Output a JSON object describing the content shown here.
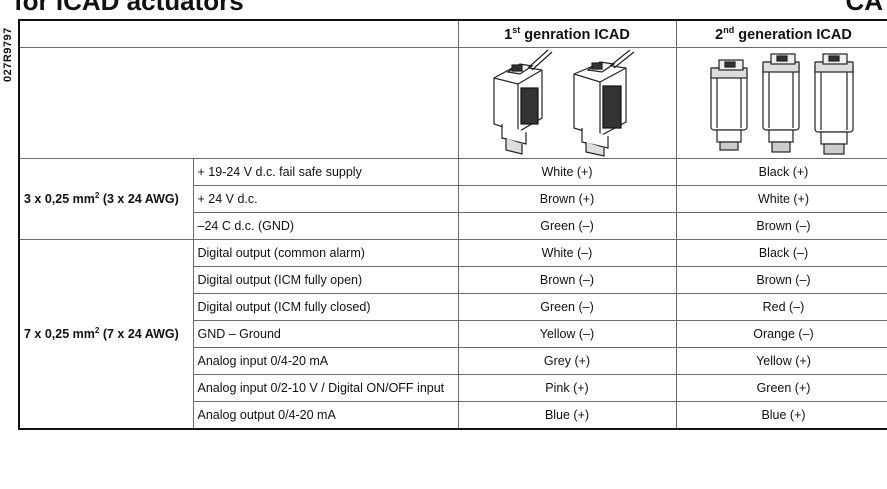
{
  "title": "for ICAD actuators",
  "corner_text": "CA",
  "side_code": "027R9797",
  "table": {
    "col1_header": "1",
    "col1_header_sup": "st",
    "col1_header_rest": " genration ICAD",
    "col2_header": "2",
    "col2_header_sup": "nd",
    "col2_header_rest": " generation ICAD",
    "groups": [
      {
        "label_pre": "3 x 0,25 mm",
        "label_sup": "2",
        "label_post": " (3 x 24 AWG)",
        "rows": [
          {
            "signal": "+ 19-24 V d.c. fail safe supply",
            "gen1": "White (+)",
            "gen2": "Black (+)"
          },
          {
            "signal": "+ 24 V d.c.",
            "gen1": "Brown (+)",
            "gen2": "White (+)"
          },
          {
            "signal": "–24 C d.c. (GND)",
            "gen1": "Green (–)",
            "gen2": "Brown (–)"
          }
        ]
      },
      {
        "label_pre": "7 x 0,25 mm",
        "label_sup": "2",
        "label_post": " (7 x 24 AWG)",
        "rows": [
          {
            "signal": "Digital output (common alarm)",
            "gen1": "White (–)",
            "gen2": "Black (–)"
          },
          {
            "signal": "Digital output (ICM fully open)",
            "gen1": "Brown (–)",
            "gen2": "Brown (–)"
          },
          {
            "signal": "Digital output (ICM fully closed)",
            "gen1": "Green (–)",
            "gen2": "Red (–)"
          },
          {
            "signal": "GND – Ground",
            "gen1": "Yellow (–)",
            "gen2": "Orange (–)"
          },
          {
            "signal": "Analog input 0/4-20 mA",
            "gen1": "Grey (+)",
            "gen2": "Yellow (+)"
          },
          {
            "signal": "Analog input 0/2-10 V / Digital ON/OFF input",
            "gen1": "Pink (+)",
            "gen2": "Green (+)"
          },
          {
            "signal": "Analog output 0/4-20 mA",
            "gen1": "Blue (+)",
            "gen2": "Blue (+)"
          }
        ]
      }
    ]
  }
}
